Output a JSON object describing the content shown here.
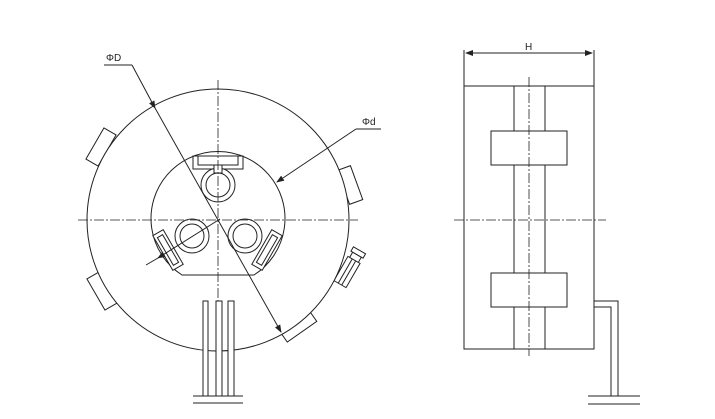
{
  "labels": {
    "outer_diameter": "ΦD",
    "inner_diameter": "Φd",
    "height": "H"
  }
}
